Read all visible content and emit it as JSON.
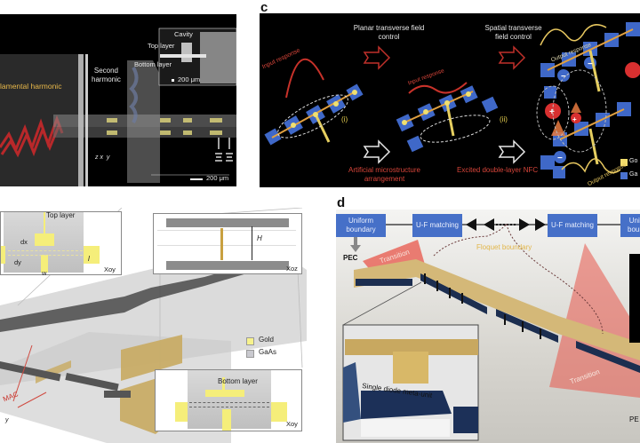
{
  "figure": {
    "panels": [
      {
        "id": "b",
        "letter": ""
      },
      {
        "id": "c",
        "letter": "c"
      },
      {
        "id": "a_lower",
        "letter": ""
      },
      {
        "id": "d",
        "letter": "d"
      }
    ]
  },
  "panel_top_left": {
    "labels": {
      "fundamental": "lamental harmonic",
      "second_line1": "Second",
      "second_line2": "harmonic",
      "cavity": "Cavity",
      "top_layer": "Top layer",
      "bottom_layer": "Bottom layer",
      "inset_scale": "200 μm",
      "axes_z": "z",
      "axes_x": "x",
      "axes_y": "y",
      "scale_bar": "200 μm"
    },
    "colors": {
      "background": "#000000",
      "beam": "#c8282a",
      "label_gold": "#e8b84a"
    }
  },
  "panel_c": {
    "letter": "c",
    "top_label_1_line1": "Planar transverse field",
    "top_label_1_line2": "control",
    "top_label_2_line1": "Spatial transverse",
    "top_label_2_line2": "field control",
    "input_response_1": "Input response",
    "input_response_2": "Input response",
    "output_response_top": "Output response",
    "output_response_bottom": "Output response",
    "stage_i": "(i)",
    "stage_ii": "(ii)",
    "bottom_label_1_line1": "Artificial microstructure",
    "bottom_label_1_line2": "arrangement",
    "bottom_label_2": "Excited double-layer NFC",
    "legend": [
      {
        "label": "Go",
        "color": "#f3dc6c"
      },
      {
        "label": "Ga",
        "color": "#4a72d0"
      }
    ],
    "colors": {
      "background": "#000000",
      "unit_blue": "#3f68c8",
      "charge_red": "#d83030",
      "arrow_red": "#c0302a",
      "text_red": "#c8322a"
    }
  },
  "panel_lower_left": {
    "top_inset": {
      "title": "Top layer",
      "dx": "dx",
      "dy": "dy",
      "w": "w",
      "l": "l",
      "plane": "Xoy"
    },
    "side_inset": {
      "H": "H",
      "plane": "Xoz"
    },
    "bottom_inset": {
      "title": "Bottom layer",
      "plane": "Xoy"
    },
    "legend": [
      {
        "label": "Gold",
        "color": "#f7f28c"
      },
      {
        "label": "GaAs",
        "color": "#c9c9cf"
      }
    ],
    "annotation": "MAC",
    "axis": "y"
  },
  "panel_d": {
    "letter": "d",
    "flow": [
      {
        "label_line1": "Uniform",
        "label_line2": "boundary"
      },
      {
        "label_line1": "U-F matching",
        "label_line2": ""
      },
      {
        "label_line1": "U-F matching",
        "label_line2": ""
      },
      {
        "label_line1": "Unifo",
        "label_line2": "bound"
      }
    ],
    "floquet_label": "Floquet boundary",
    "pec_left": "PEC",
    "pec_right": "PE",
    "transition_left": "Transition",
    "transition_right": "Transition",
    "inset_label": "Single diode meta-unit",
    "colors": {
      "box_blue": "#4670c8",
      "transition_red": "#e8564a",
      "floquet_text": "#e2b64a"
    }
  }
}
